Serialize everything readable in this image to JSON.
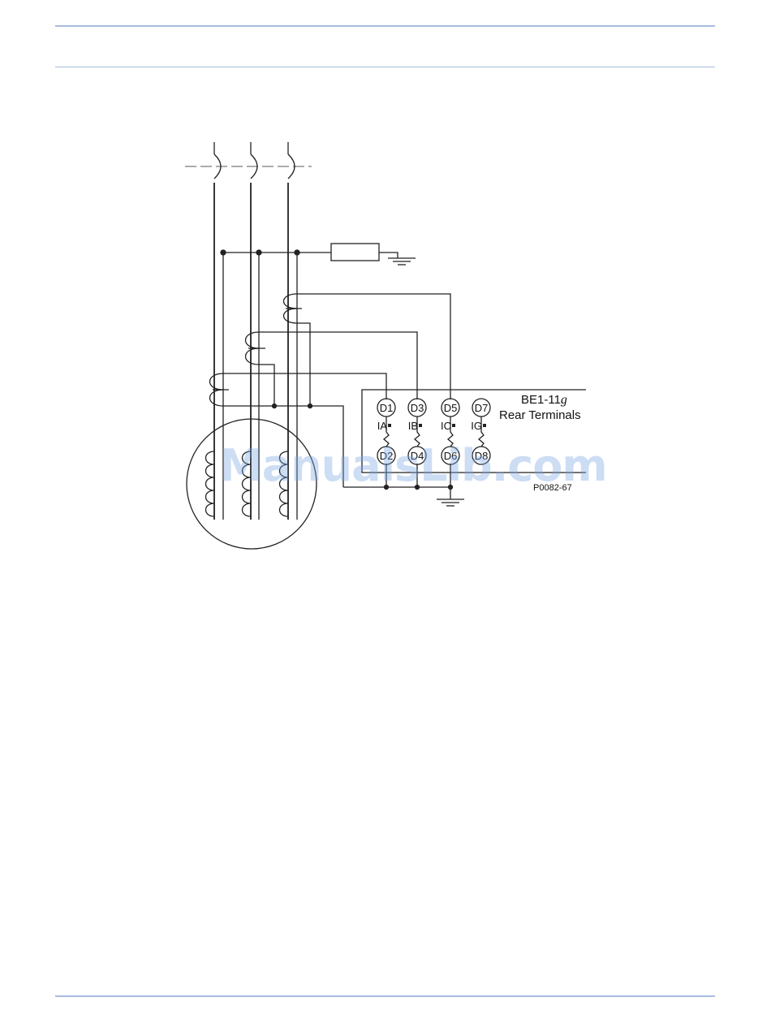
{
  "relay": {
    "model_prefix": "BE1-11",
    "model_suffix": "g",
    "subtitle": "Rear Terminals"
  },
  "terminals": {
    "top": [
      "D1",
      "D3",
      "D5",
      "D7"
    ],
    "bottom": [
      "D2",
      "D4",
      "D6",
      "D8"
    ]
  },
  "inputs": [
    "IA",
    "IB",
    "IC",
    "IG"
  ],
  "drawing_number": "P0082-67",
  "watermark": "ManualsLib.com"
}
